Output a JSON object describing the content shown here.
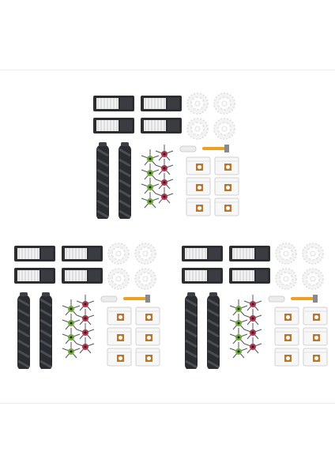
{
  "image": {
    "subject": "robot-vacuum-accessory-kits",
    "kit_count": 3,
    "colors": {
      "background": "#ffffff",
      "filter_frame": "#2b2d31",
      "filter_pleat": "#f2f2f2",
      "brush_dark": "#2a2c30",
      "side_brush_green": "#6fae3a",
      "side_brush_red": "#b3334c",
      "handle_orange": "#f0a020",
      "bag_white": "#f7f7f7",
      "bag_card": "#b9762e"
    },
    "kit_contents": {
      "hepa_filters": 4,
      "mop_pads": 4,
      "main_brushes": 2,
      "side_brushes_green": 4,
      "side_brushes_red": 4,
      "cleaning_tools": 2,
      "dust_bags": 6
    }
  }
}
